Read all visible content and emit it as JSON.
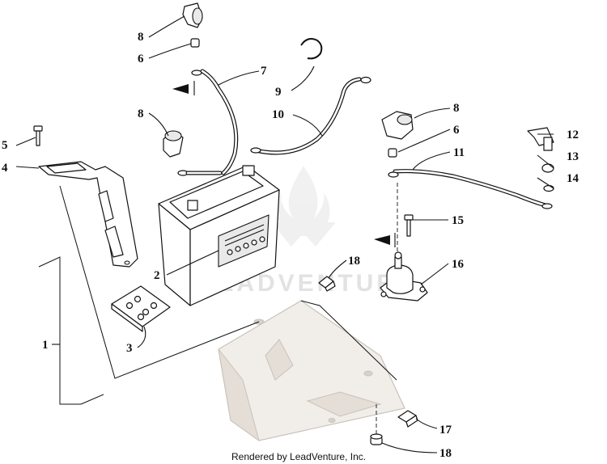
{
  "callouts": {
    "c1": "1",
    "c2": "2",
    "c3": "3",
    "c4": "4",
    "c5": "5",
    "c6a": "6",
    "c6b": "6",
    "c7": "7",
    "c8a": "8",
    "c8b": "8",
    "c8c": "8",
    "c9": "9",
    "c10": "10",
    "c11": "11",
    "c12": "12",
    "c13": "13",
    "c14": "14",
    "c15": "15",
    "c16": "16",
    "c17": "17",
    "c18a": "18",
    "c18b": "18"
  },
  "watermark": {
    "text": "LEADVENTURE"
  },
  "footer": {
    "credit": "Rendered by LeadVenture, Inc."
  }
}
